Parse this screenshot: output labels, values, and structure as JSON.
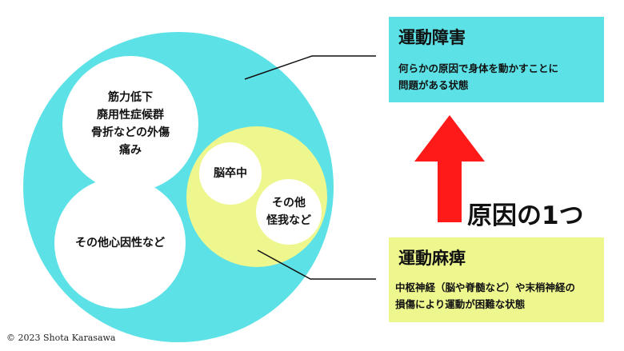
{
  "circles": {
    "top_left_lines": [
      "筋力低下",
      "廃用性症候群",
      "骨折などの外傷",
      "痛み"
    ],
    "bottom_left": "その他心因性など",
    "stroke": "脳卒中",
    "other_injury_lines": [
      "その他",
      "怪我など"
    ]
  },
  "motor_disorder": {
    "title": "運動障害",
    "description_lines": [
      "何らかの原因で身体を動かすことに",
      "問題がある状態"
    ]
  },
  "paralysis": {
    "title": "運動麻痺",
    "description_lines": [
      "中枢神経（脳や脊髄など）や末梢神経の",
      "損傷により運動が困難な状態"
    ]
  },
  "arrow_caption": "原因の1つ",
  "copyright": "© 2023 Shota Karasawa",
  "colors": {
    "cyan": "#5CE1E6",
    "yellow": "#EEF78E",
    "arrow_red": "#FF1A1A"
  }
}
